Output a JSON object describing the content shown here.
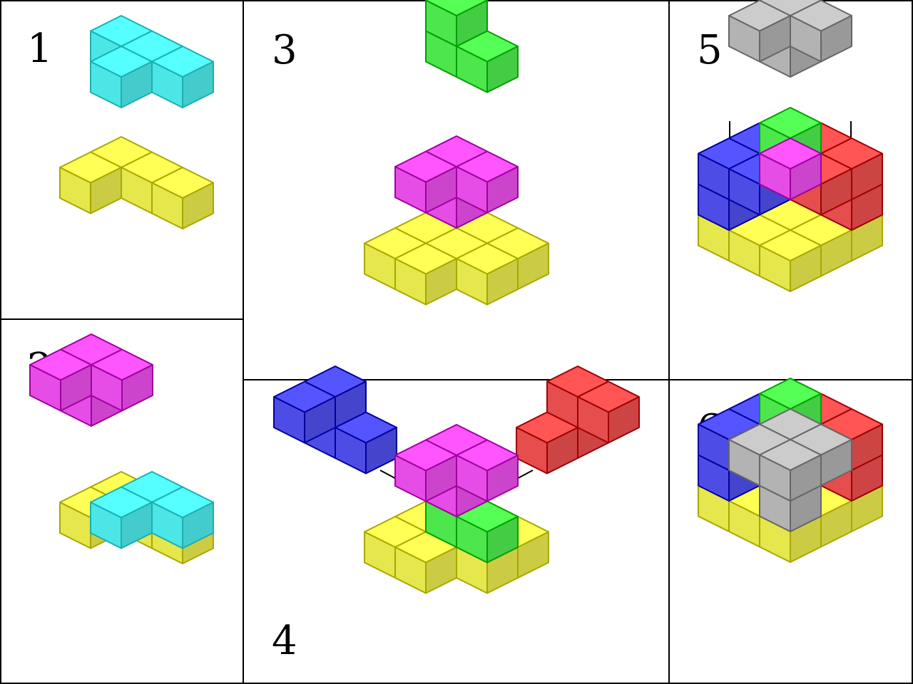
{
  "steps": [
    {
      "number": "1"
    },
    {
      "number": "2"
    },
    {
      "number": "3"
    },
    {
      "number": "4"
    },
    {
      "number": "5"
    },
    {
      "number": "6"
    }
  ],
  "piece_colors": {
    "yellow": {
      "top": "#ffff55",
      "left": "#e6e64d",
      "right": "#cccc44",
      "stroke": "#a8a800"
    },
    "cyan": {
      "top": "#55ffff",
      "left": "#4de6e6",
      "right": "#44cccc",
      "stroke": "#1ab0b0"
    },
    "magenta": {
      "top": "#ff55ff",
      "left": "#e64de6",
      "right": "#cc44cc",
      "stroke": "#a000a0"
    },
    "green": {
      "top": "#55ff55",
      "left": "#4de64d",
      "right": "#44cc44",
      "stroke": "#00a000"
    },
    "blue": {
      "top": "#5555ff",
      "left": "#4d4de6",
      "right": "#4444cc",
      "stroke": "#0000a0"
    },
    "red": {
      "top": "#ff5555",
      "left": "#e64d4d",
      "right": "#cc4444",
      "stroke": "#a00000"
    },
    "gray": {
      "top": "#cccccc",
      "left": "#b3b3b3",
      "right": "#999999",
      "stroke": "#666666"
    }
  }
}
